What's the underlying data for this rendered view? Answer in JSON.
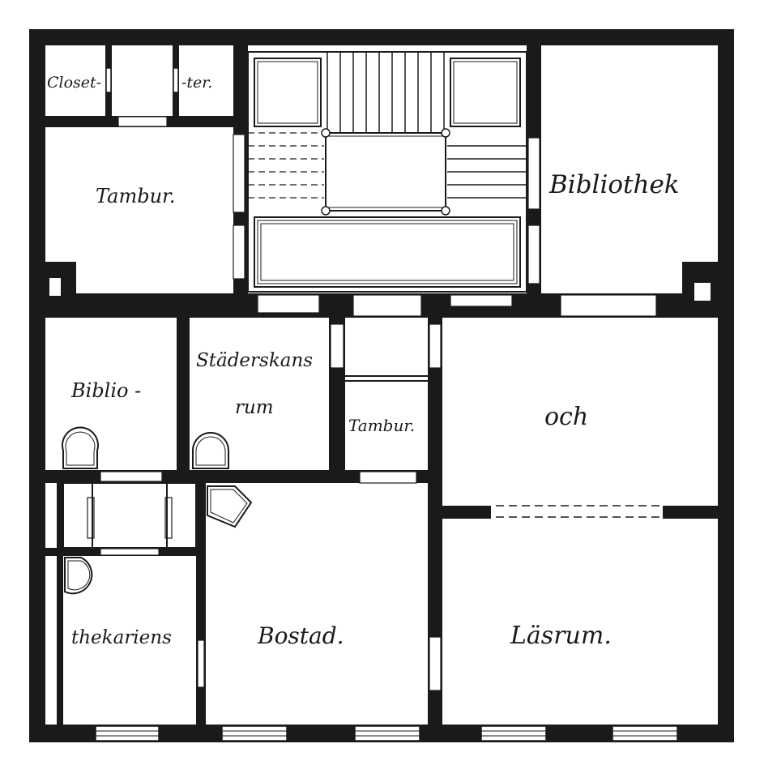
{
  "plan": {
    "labels": {
      "closet_left": "Closet-",
      "closet_right": "-ter.",
      "tambur_top": "Tambur.",
      "bibliothek": "Bibliothek",
      "biblio": "Biblio -",
      "staderskans": "Städerskans",
      "rum": "rum",
      "tambur_mid": "Tambur.",
      "och": "och",
      "thekariens": "thekariens",
      "bostad": "Bostad.",
      "lasrum": "Läsrum."
    }
  }
}
